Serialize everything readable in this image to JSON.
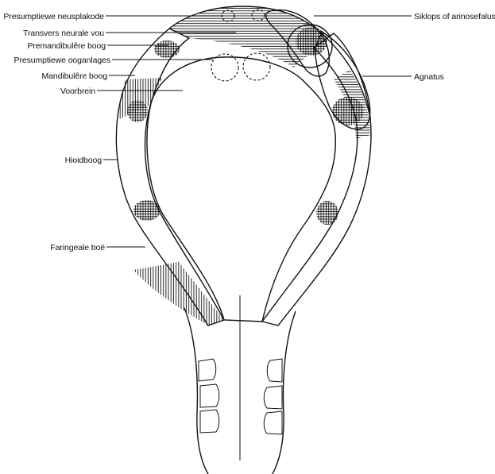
{
  "labels": {
    "presumptiewe_neusplakode": "Presumptiewe neusplakode",
    "transvers_neurale_vou": "Transvers neurale vou",
    "premandibulere_boog": "Premandibulêre boog",
    "presumptiewe_ooganlages": "Presumptiewe ooganlages",
    "mandibulere_boog": "Mandibulêre boog",
    "voorbrein": "Voorbrein",
    "hioidboog": "Hioidboog",
    "faringeale_boe": "Faringeale boë",
    "siklops_of_arinosefalus": "Siklops of arinosefalus",
    "agnatus": "Agnatus"
  },
  "colors": {
    "ink": "#111111",
    "paper": "#ffffff"
  }
}
